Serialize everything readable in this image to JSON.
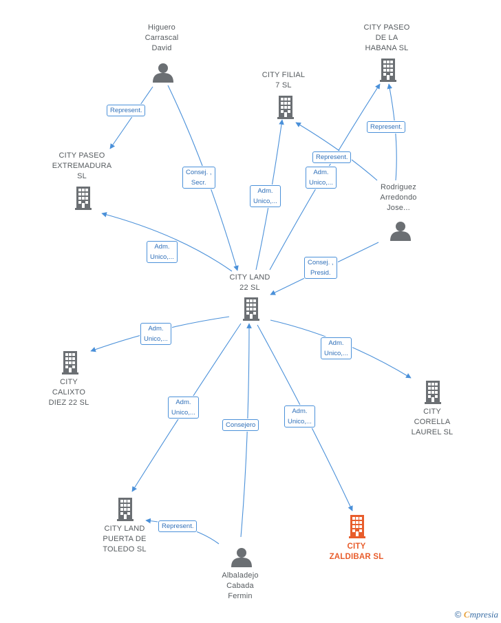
{
  "nodes": {
    "higuero": "Higuero\nCarrascal\nDavid",
    "paseo_habana": "CITY PASEO\nDE LA\nHABANA  SL",
    "filial7": "CITY FILIAL\n7  SL",
    "paseo_extremadura": "CITY PASEO\nEXTREMADURA\nSL",
    "rodriguez": "Rodriguez\nArredondo\nJose...",
    "city_land_22": "CITY LAND\n22  SL",
    "calixto": "CITY\nCALIXTO\nDIEZ 22  SL",
    "corella": "CITY\nCORELLA\nLAUREL  SL",
    "puerta_toledo": "CITY LAND\nPUERTA DE\nTOLEDO  SL",
    "zaldibar": "CITY\nZALDIBAR  SL",
    "albaladejo": "Albaladejo\nCabada\nFermin"
  },
  "edges": {
    "e1": "Represent.",
    "e2": "Consej. ,\nSecr.",
    "e3": "Adm.\nUnico,...",
    "e4": "Represent.",
    "e5": "Adm.\nUnico,...",
    "e6": "Represent.",
    "e7": "Adm.\nUnico,...",
    "e8": "Consej. ,\nPresid.",
    "e9": "Adm.\nUnico,...",
    "e10": "Adm.\nUnico,...",
    "e11": "Adm.\nUnico,...",
    "e12": "Consejero",
    "e13": "Adm.\nUnico,...",
    "e14": "Represent."
  },
  "footer": {
    "copyright_symbol": "©",
    "brand_first": "C",
    "brand_rest": "mpresia"
  },
  "colors": {
    "edge": "#4a90d9",
    "icon": "#6b6f73",
    "highlight": "#e85d2c"
  },
  "icons": {
    "person": "person-icon",
    "company": "building-icon"
  }
}
